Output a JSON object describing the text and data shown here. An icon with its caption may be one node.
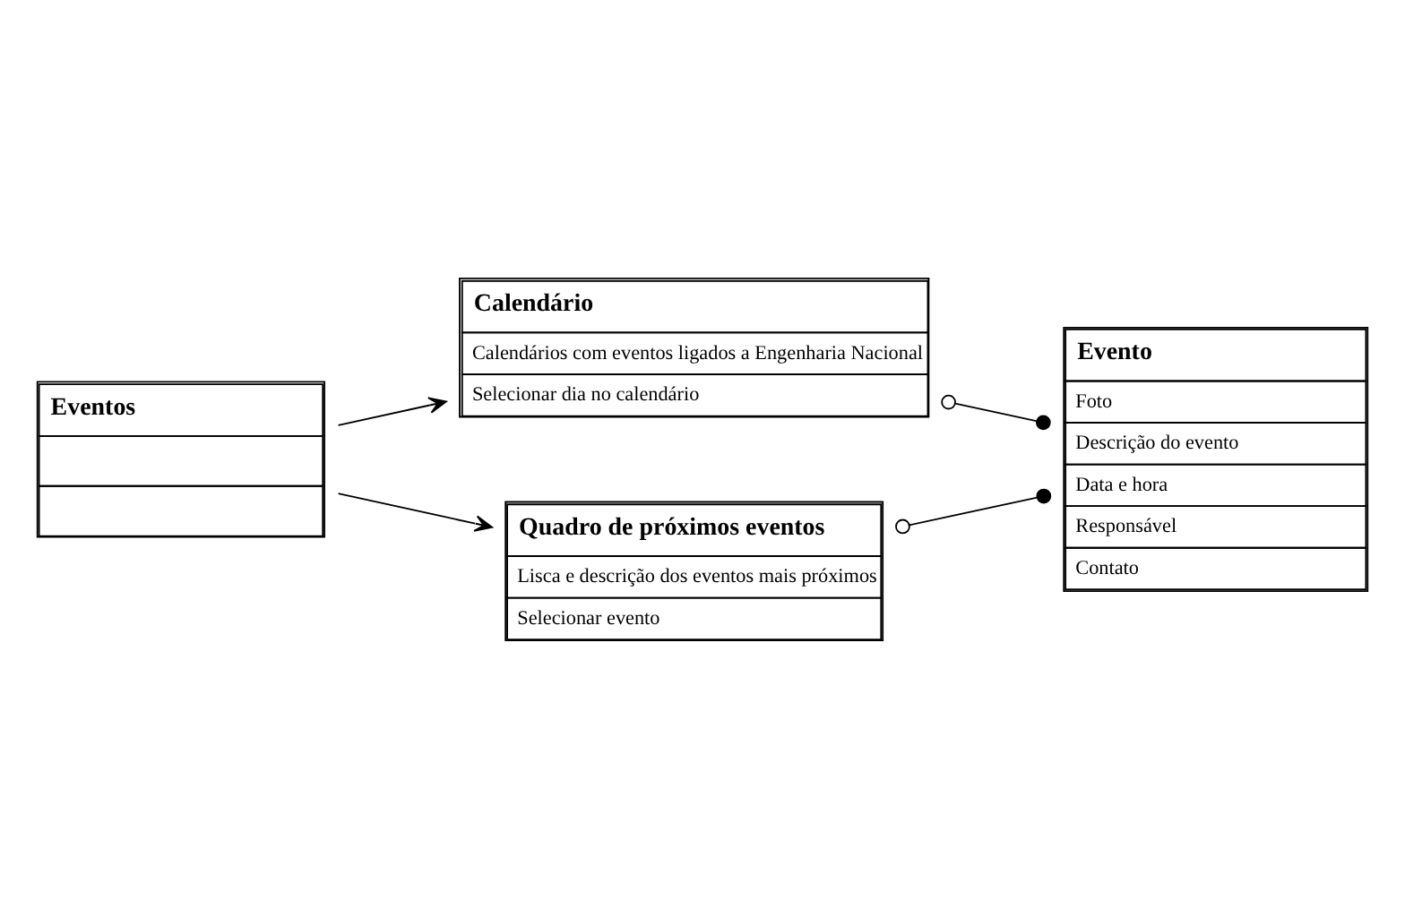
{
  "diagram": {
    "nodes": [
      {
        "text": [
          "Eventos"
        ]
      },
      {
        "text": [
          "Calendário",
          "Calendários com eventos ligados a Engenharia Nacional",
          "Selecionar dia no calendário"
        ]
      },
      {
        "text": [
          "Quadro de próximos eventos",
          "Lisca e descrição dos eventos mais próximos",
          "Selecionar evento"
        ]
      },
      {
        "text": [
          "Evento",
          "Foto",
          "Descrição do evento",
          "Data e hora",
          "Responsável",
          "Contato"
        ]
      }
    ],
    "edges": [
      {
        "from": 0,
        "to": 1,
        "arrow": "to"
      },
      {
        "from": 0,
        "to": 2,
        "arrow": "to"
      },
      {
        "from": 1,
        "to": 3,
        "arrow": "other"
      },
      {
        "from": 2,
        "to": 3,
        "arrow": "other"
      }
    ]
  }
}
